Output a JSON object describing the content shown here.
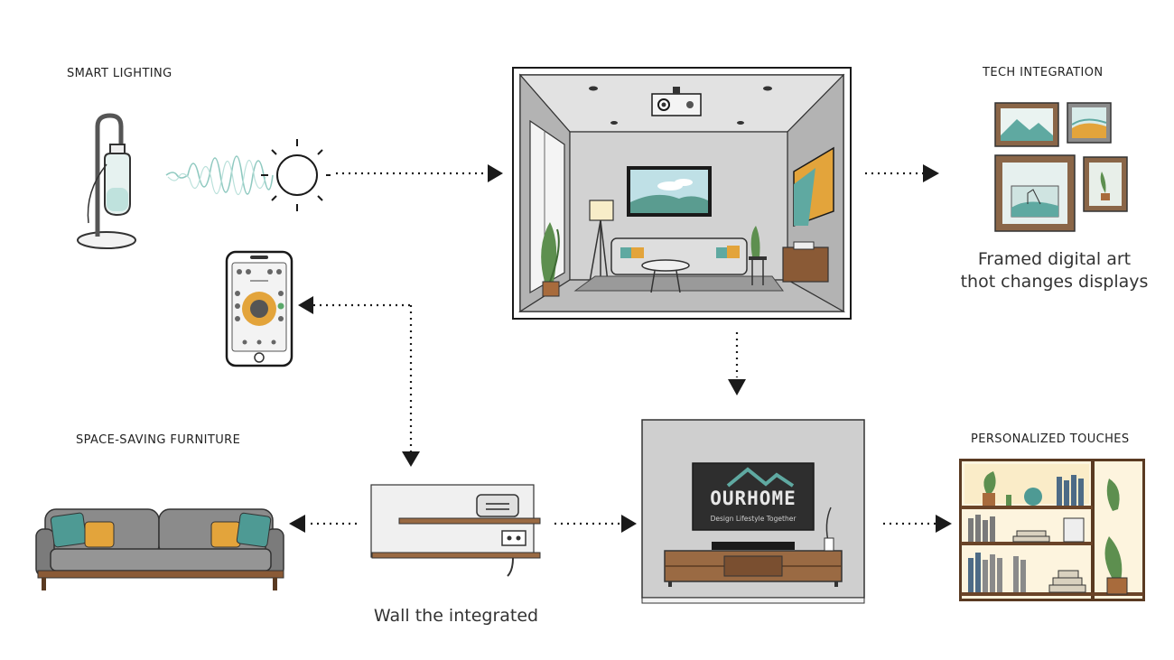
{
  "labels": {
    "smart_lighting": "SMART LIGHTING",
    "tech_integration": "TECH INTEGRATION",
    "space_saving": "SPACE-SAVING FURNITURE",
    "personalized": "PERSONALIZED TOUCHES"
  },
  "captions": {
    "art_line1": "Framed digital art",
    "art_line2": "thot changes displays",
    "wall": "Wall the integrated"
  },
  "tv": {
    "logo": "OURHOME",
    "tagline": "Design Lifestyle Together"
  },
  "colors": {
    "teal": "#5fa9a1",
    "mustard": "#e3a43b",
    "wood": "#9a6a43",
    "gray": "#8b8b8b",
    "line": "#1a1a1a"
  },
  "icons": [
    "lamp-icon",
    "wave-icon",
    "sun-icon",
    "phone-icon",
    "sofa-icon",
    "shelf-icon",
    "bookshelf-icon",
    "frames-icon",
    "projector-icon"
  ]
}
